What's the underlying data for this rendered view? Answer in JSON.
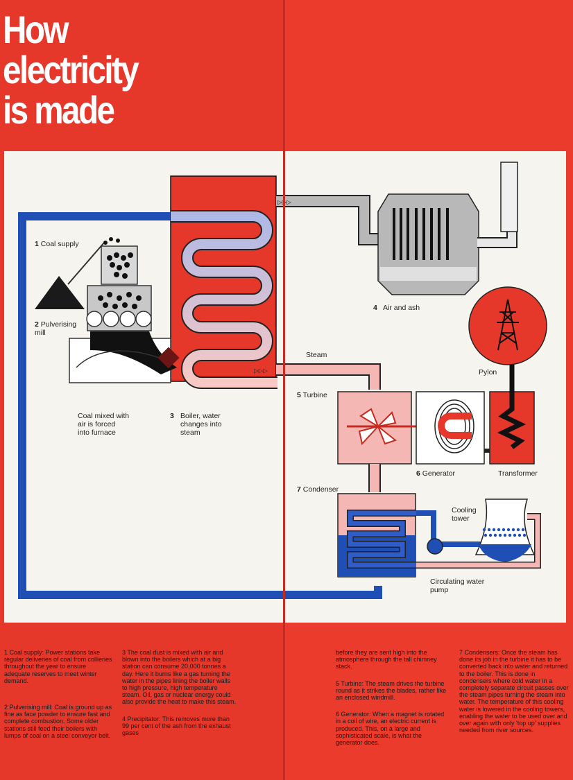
{
  "title": "How\nelectricity\nis made",
  "labels": {
    "coal_supply_num": "1",
    "coal_supply": "Coal supply",
    "pulverising_num": "2",
    "pulverising": "Pulverising\nmill",
    "coal_mixed": "Coal mixed with\nair is forced\ninto furnace",
    "boiler_num": "3",
    "boiler": "Boiler, water\nchanges into\nsteam",
    "air_ash_num": "4",
    "air_ash": "Air and ash",
    "steam": "Steam",
    "turbine_num": "5",
    "turbine": "Turbine",
    "pylon": "Pylon",
    "generator_num": "6",
    "generator": "Generator",
    "transformer": "Transformer",
    "condenser_num": "7",
    "condenser": "Condenser",
    "cooling_tower": "Cooling\ntower",
    "circulating_pump": "Circulating water\npump"
  },
  "text": {
    "col1_p1": "1  Coal supply: Power stations take regular deliveries of coal from collieries throughout the year to ensure adequate reserves to meet winter demand.",
    "col1_p2": "2  Pulverising mill: Coal is ground up as fine as face powder to ensure fast and complete combustion.  Some older stations still feed their boilers with lumps of coal on a steel conveyor belt.",
    "col2_p1": "3  The coal dust is mixed with air and blown into the boilers which at a big station can consume 20,000 tonnes a day.  Here it burns like a gas turning the water in the pipes lining the boiler walls to high pressure, high temperature steam.  Oil, gas or nuclear energy could also provide the heat to make this steam.",
    "col2_p2": "4  Precipitator: This removes more than 99 per cent of the ash from the exhaust gases",
    "col3_p1": "before they are sent high into the atmosphere through the tall chimney stack.",
    "col3_p2": "5  Turbine: The steam drives the turbine round as it strikes the blades, rather like an enclosed windmill.",
    "col3_p3": "6  Generator: When a magnet is rotated in a coil of wire, an electric current is produced. This, on a large and sophisticated scale, is what the generator does.",
    "col4_p1": "7  Condensers: Once the steam has done its job in the turbine it has to be converted back into water and returned to the boiler.  This is done in condensers where cold water in a completely separate circuit passes over the steam pipes turning the steam into water.  The temperature of this cooling water is lowered in the cooling towers, enabling the water to be used over and over again with only 'top up' supplies needed from river sources."
  },
  "colors": {
    "red": "#e5382b",
    "blue": "#1f4fb5",
    "pink": "#f4b7b4",
    "grey": "#b8b8b8",
    "panel": "#f5f4ee"
  }
}
